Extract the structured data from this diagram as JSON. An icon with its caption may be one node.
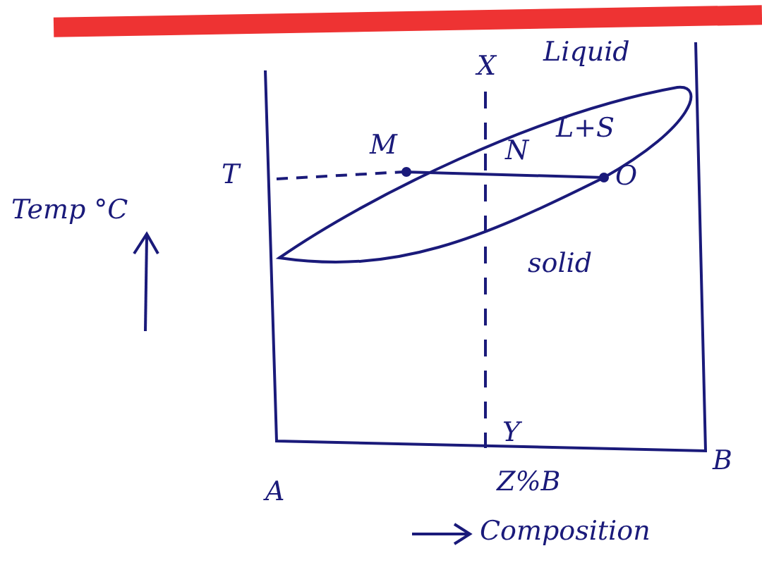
{
  "diagram": {
    "labels": [
      "X",
      "Liquid",
      "M",
      "N",
      "L+S",
      "T",
      "O",
      "Temp °C",
      "solid",
      "Y",
      "A",
      "Z%B",
      "B",
      "Composition"
    ]
  }
}
